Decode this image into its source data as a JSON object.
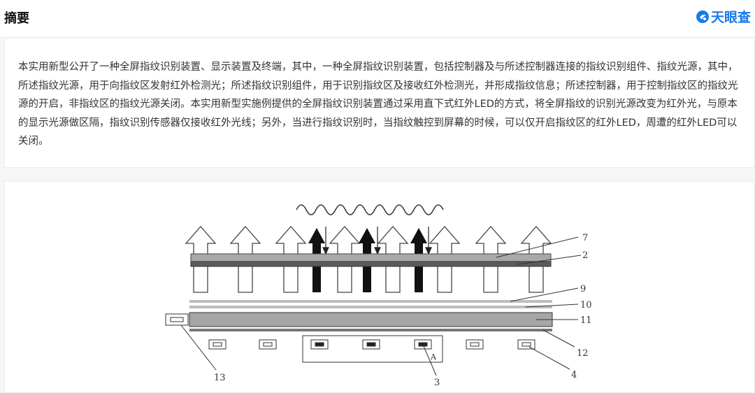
{
  "header": {
    "title": "摘要",
    "brand": {
      "name": "天眼查",
      "icon": "tianyancha-logo-icon",
      "color": "#1a7ae8"
    }
  },
  "abstract": {
    "text": "本实用新型公开了一种全屏指纹识别装置、显示装置及终端，其中，一种全屏指纹识别装置，包括控制器及与所述控制器连接的指纹识别组件、指纹光源，其中，所述指纹光源，用于向指纹区发射红外检测光；所述指纹识别组件，用于识别指纹区及接收红外检测光，并形成指纹信息；所述控制器，用于控制指纹区的指纹光源的开启，非指纹区的指纹光源关闭。本实用新型实施例提供的全屏指纹识别装置通过采用直下式红外LED的方式，将全屏指纹的识别光源改变为红外光，与原本的显示光源做区隔，指纹识别传感器仅接收红外光线；另外，当进行指纹识别时，当指纹触控到屏幕的时候，可以仅开启指纹区的红外LED，周遭的红外LED可以关闭。"
  },
  "figure": {
    "labels": {
      "l7": "7",
      "l2": "2",
      "l9": "9",
      "l10": "10",
      "l11": "11",
      "l12": "12",
      "l13": "13",
      "l4": "4",
      "l3": "3",
      "lA": "A"
    }
  }
}
